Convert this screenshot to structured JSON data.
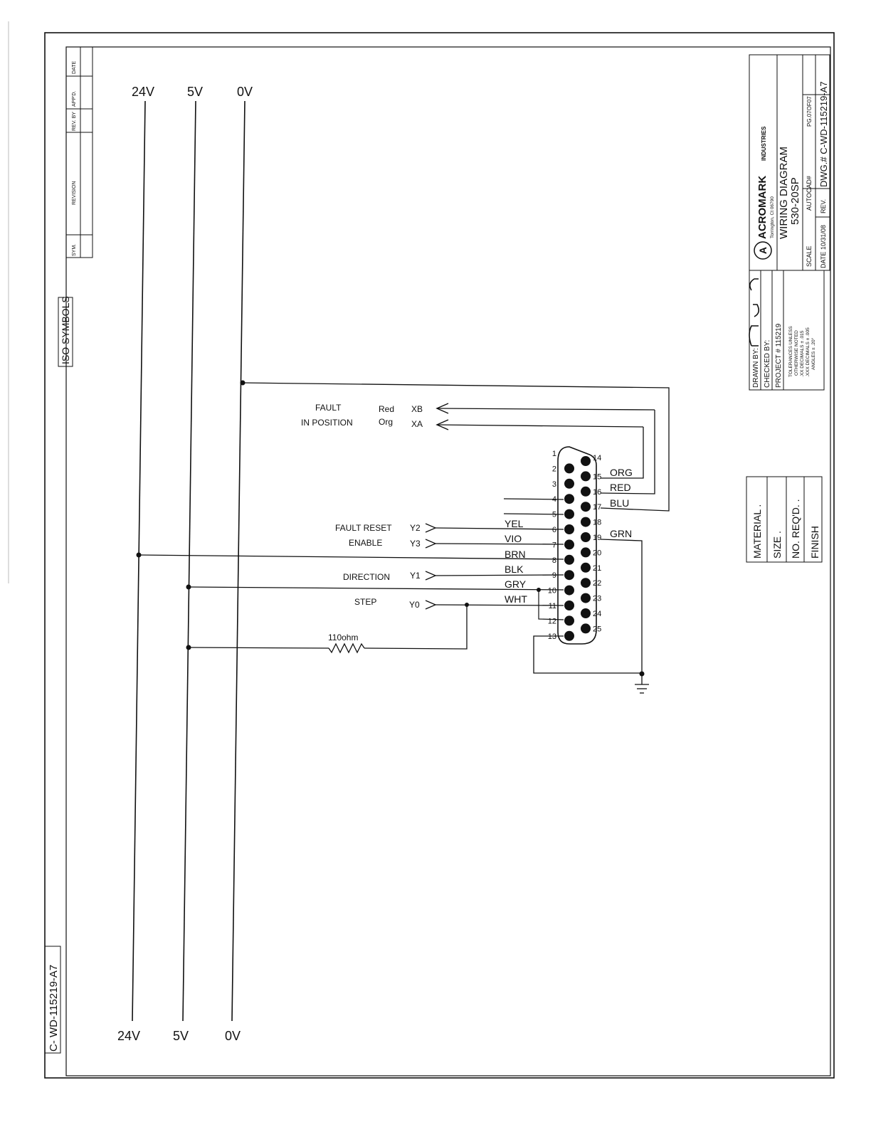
{
  "bus": {
    "v24": "24V",
    "v5": "5V",
    "v0": "0V"
  },
  "iso_symbols": "ISO SYMBOLS",
  "drawing_number_side": "C- WD-115219-A7",
  "revision_block": {
    "sym": "SYM.",
    "revision": "REVISION",
    "rev_by": "REV. BY",
    "appd": "APP'D.",
    "date": "DATE"
  },
  "outputs": {
    "fault_label": "FAULT",
    "fault_color": "Red",
    "fault_signal": "XB",
    "inpos_label": "IN POSITION",
    "inpos_color": "Org",
    "inpos_signal": "XA"
  },
  "inputs": {
    "fault_reset_label": "FAULT RESET",
    "fault_reset_signal": "Y2",
    "enable_label": "ENABLE",
    "enable_signal": "Y3",
    "direction_label": "DIRECTION",
    "direction_signal": "Y1",
    "step_label": "STEP",
    "step_signal": "Y0"
  },
  "resistor_label": "110ohm",
  "connector": {
    "left_pins": [
      "1",
      "2",
      "3",
      "4",
      "5",
      "6",
      "7",
      "8",
      "9",
      "10",
      "11",
      "12",
      "13"
    ],
    "right_pins": [
      "14",
      "15",
      "16",
      "17",
      "18",
      "19",
      "20",
      "21",
      "22",
      "23",
      "24",
      "25"
    ]
  },
  "wire_colors": {
    "yel": "YEL",
    "vio": "VIO",
    "brn": "BRN",
    "blk": "BLK",
    "gry": "GRY",
    "wht": "WHT",
    "org": "ORG",
    "red": "RED",
    "blu": "BLU",
    "grn": "GRN"
  },
  "title_block": {
    "company": "ACROMARK",
    "company_suffix": "INDUSTRIES",
    "location": "Torrington, Ct 06790",
    "title_line1": "WIRING DIAGRAM",
    "title_line2": "530-20SP",
    "autocad": "AUTOCAD#",
    "page": "PG.07OF07",
    "scale": "SCALE",
    "date": "DATE 10/31/08",
    "rev": "REV.",
    "dwg": "DWG.# C-WD-115219-A7",
    "drawn_by": "DRAWN BY:",
    "checked_by": "CHECKED BY:",
    "project": "PROJECT # 115219",
    "tol1": "TOLERANCES UNLESS",
    "tol2": "OTHERWISE NOTED",
    "tol3": ".XX DECIMALS ± .015",
    "tol4": ".XXX DECIMALS ± .005",
    "tol5": "ANGLES ± .20°",
    "material": "MATERIAL .",
    "size": "SIZE .",
    "no_reqd": "NO. REQ'D. .",
    "finish": "FINISH"
  }
}
